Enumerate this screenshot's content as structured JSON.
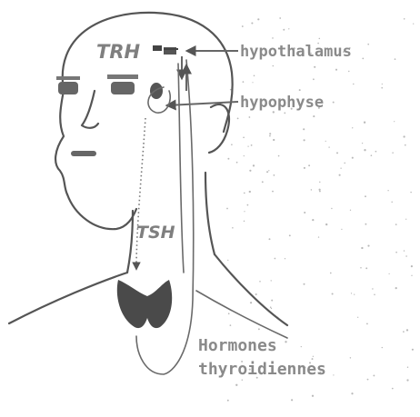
{
  "labels": {
    "trh": "TRH",
    "tsh": "TSH",
    "hypothalamus": "hypothalamus",
    "hypophyse": "hypophyse",
    "hormones_line1": "Hormones",
    "hormones_line2": "thyroidiennes"
  },
  "colors": {
    "ink": "#555555",
    "label": "#8a8a8a",
    "thyroid": "#4a4a4a",
    "background": "#ffffff"
  }
}
